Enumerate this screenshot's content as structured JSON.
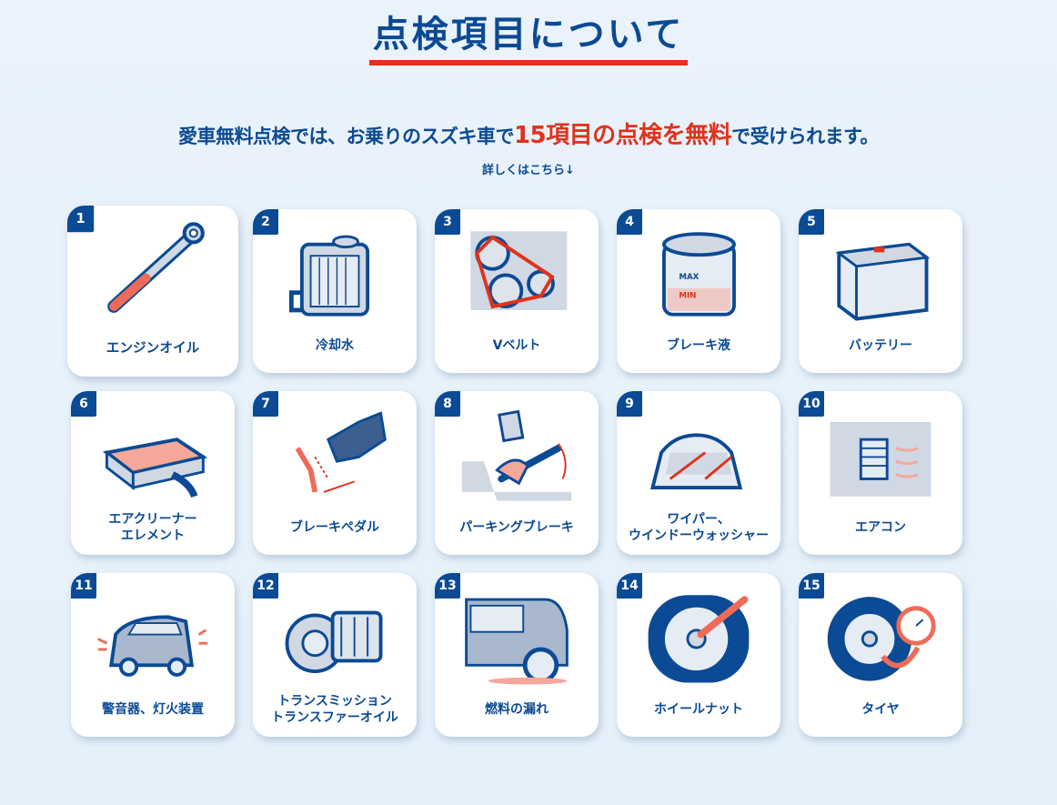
{
  "header": {
    "title": "点検項目について"
  },
  "lead": {
    "before": "愛車無料点検では、お乗りのスズキ車で",
    "highlight": "15項目の点検を無料",
    "after": "で受けられます。"
  },
  "more_link": "詳しくはこちら↓",
  "colors": {
    "primary": "#0b4a94",
    "accent": "#e0321c",
    "background": "#e8f2fa"
  },
  "items": [
    {
      "num": "1",
      "label": "エンジンオイル",
      "icon": "dipstick-icon"
    },
    {
      "num": "2",
      "label": "冷却水",
      "icon": "radiator-icon"
    },
    {
      "num": "3",
      "label": "Vベルト",
      "icon": "v-belt-icon"
    },
    {
      "num": "4",
      "label": "ブレーキ液",
      "icon": "brake-fluid-icon"
    },
    {
      "num": "5",
      "label": "バッテリー",
      "icon": "battery-icon"
    },
    {
      "num": "6",
      "label": "エアクリーナー\nエレメント",
      "icon": "air-filter-icon"
    },
    {
      "num": "7",
      "label": "ブレーキペダル",
      "icon": "brake-pedal-icon"
    },
    {
      "num": "8",
      "label": "パーキングブレーキ",
      "icon": "parking-brake-icon"
    },
    {
      "num": "9",
      "label": "ワイパー、\nウインドーウォッシャー",
      "icon": "wiper-icon"
    },
    {
      "num": "10",
      "label": "エアコン",
      "icon": "air-conditioner-icon"
    },
    {
      "num": "11",
      "label": "警音器、灯火装置",
      "icon": "car-lights-icon"
    },
    {
      "num": "12",
      "label": "トランスミッション\nトランスファーオイル",
      "icon": "transmission-icon"
    },
    {
      "num": "13",
      "label": "燃料の漏れ",
      "icon": "fuel-leak-icon"
    },
    {
      "num": "14",
      "label": "ホイールナット",
      "icon": "wheel-nut-icon"
    },
    {
      "num": "15",
      "label": "タイヤ",
      "icon": "tire-icon"
    }
  ]
}
